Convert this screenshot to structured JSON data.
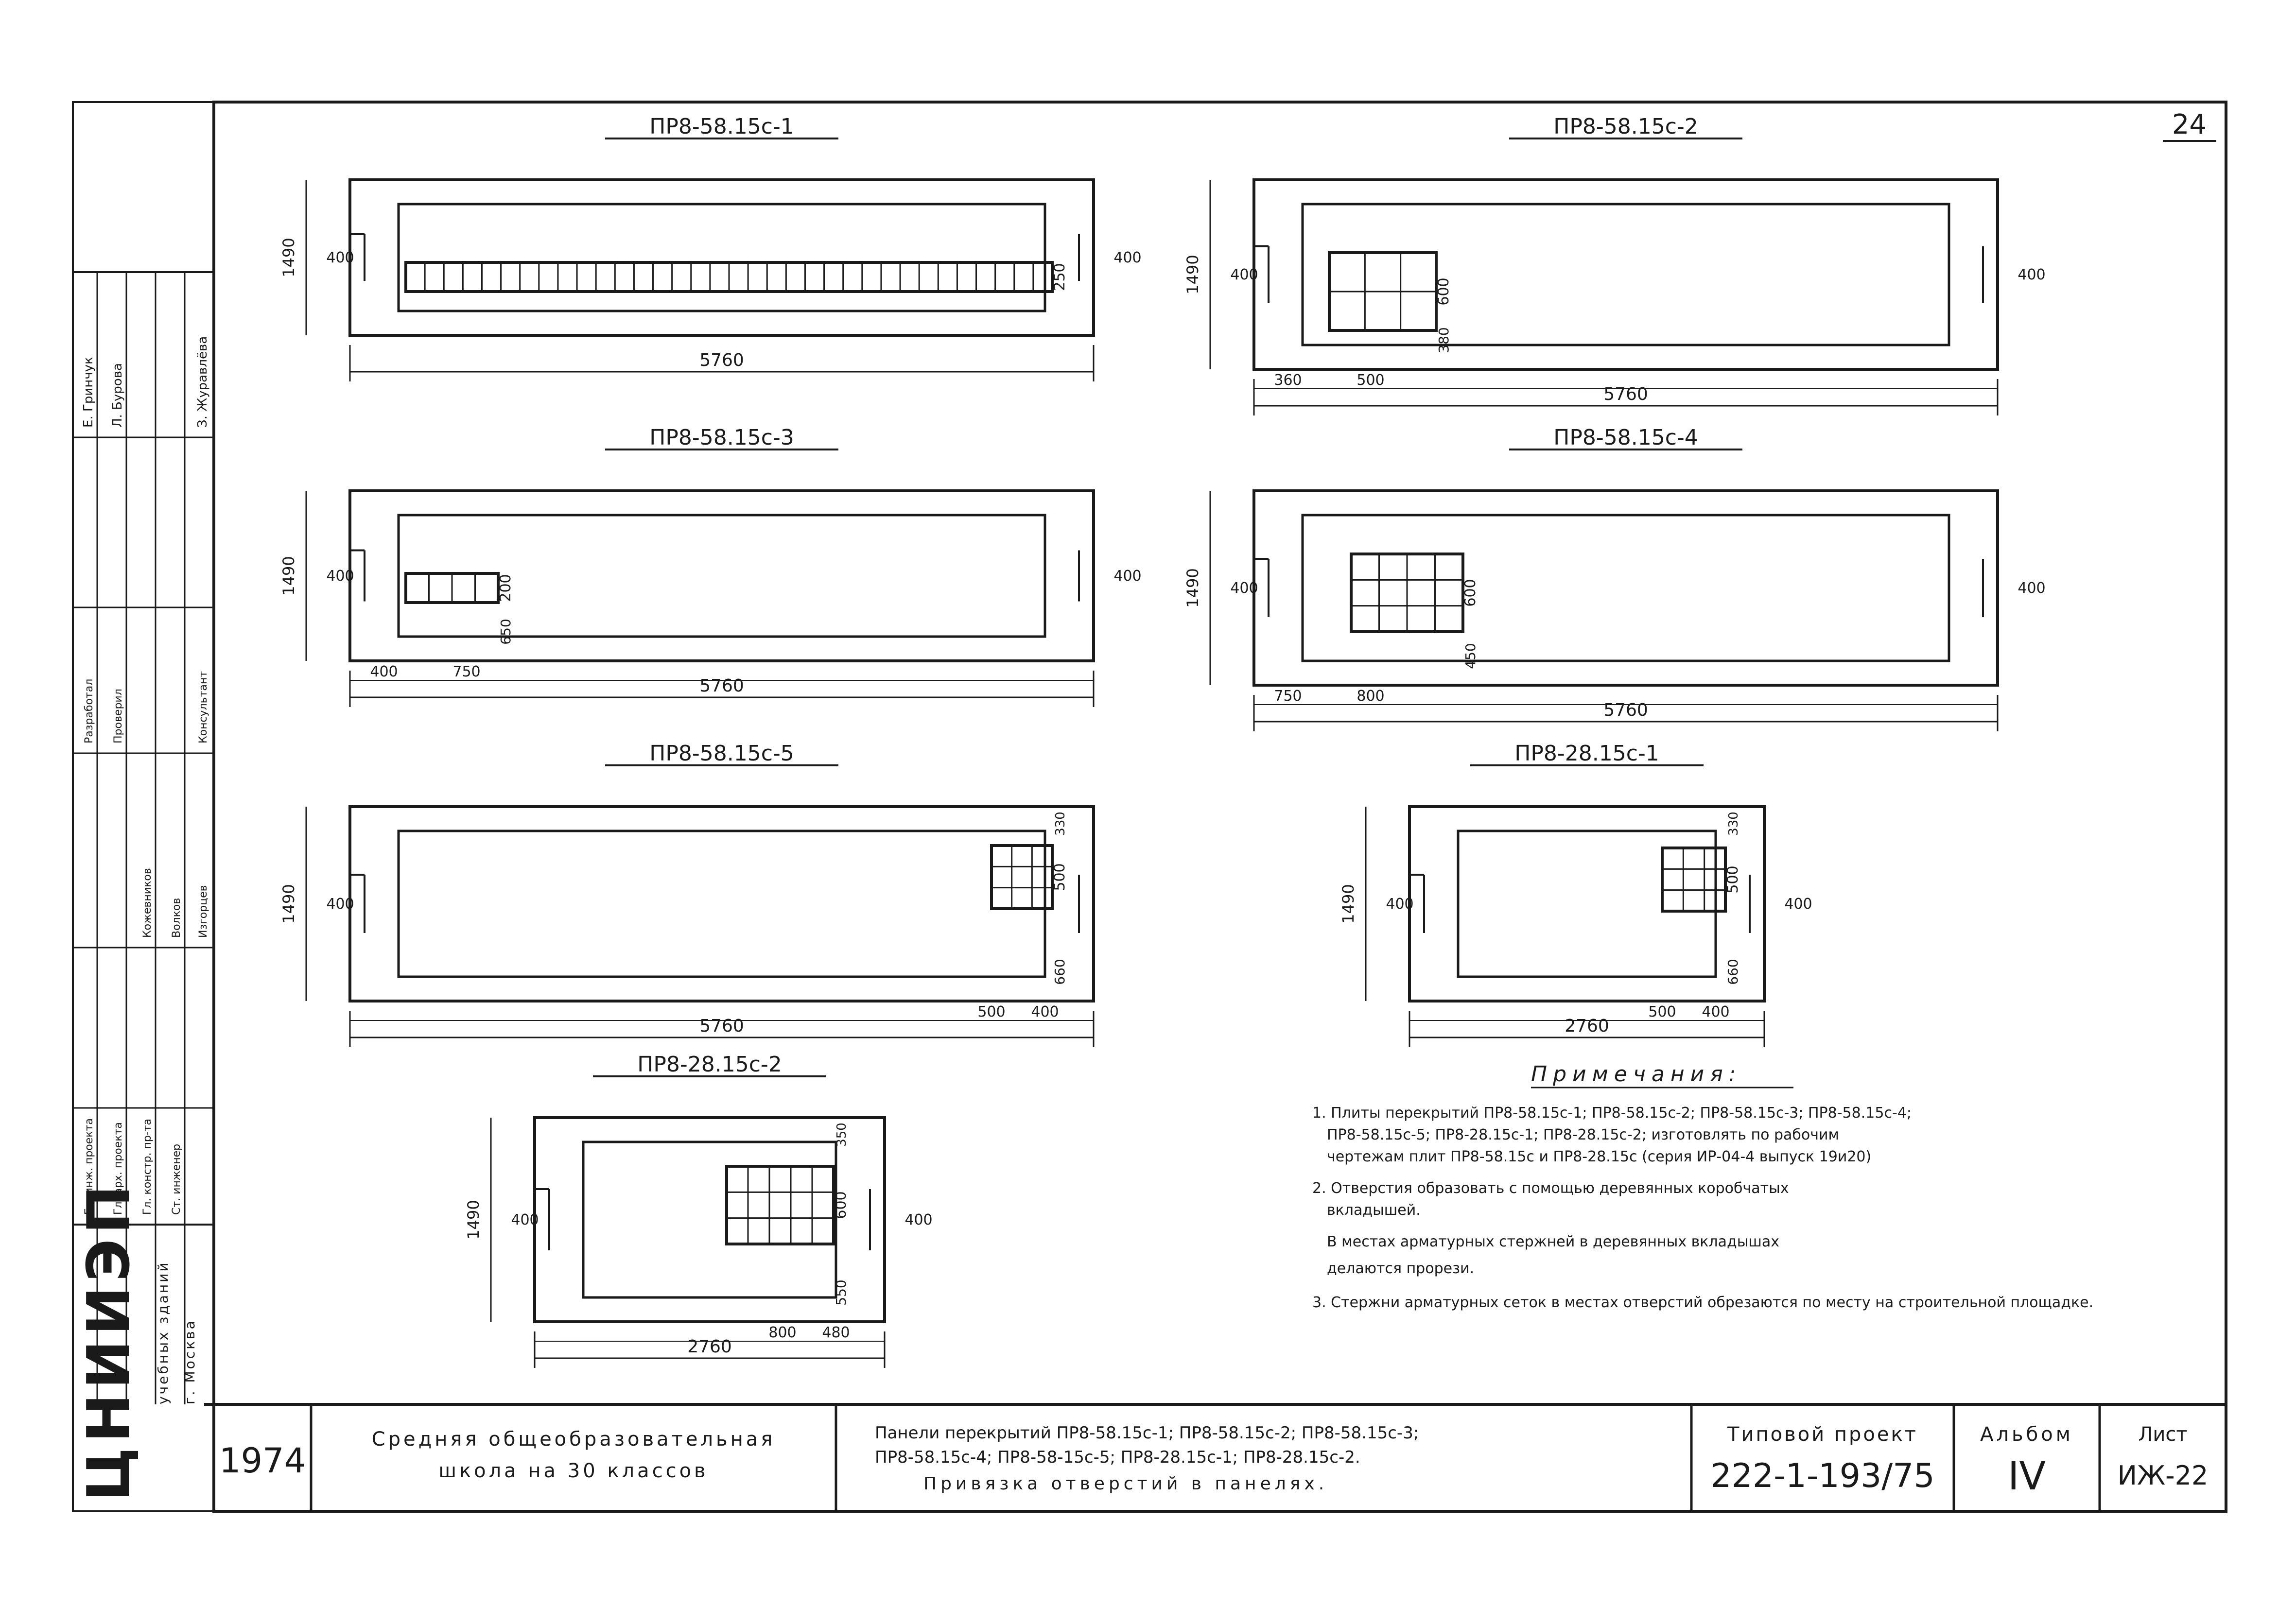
{
  "page_number": "24",
  "panels": [
    {
      "title": "ПР8-58.15с-1",
      "length": "5760",
      "height": "1490",
      "end_left": "400",
      "end_right": "400",
      "openings": [
        {
          "size": "250"
        }
      ],
      "dims_bottom": []
    },
    {
      "title": "ПР8-58.15с-2",
      "length": "5760",
      "height": "1490",
      "end_left": "400",
      "end_right": "400",
      "openings": [
        {
          "size": "600",
          "offset": "380"
        }
      ],
      "dims_bottom": [
        "360",
        "500"
      ]
    },
    {
      "title": "ПР8-58.15с-3",
      "length": "5760",
      "height": "1490",
      "end_left": "400",
      "end_right": "400",
      "openings": [
        {
          "size": "200",
          "offset": "650"
        }
      ],
      "dims_bottom": [
        "400",
        "750"
      ]
    },
    {
      "title": "ПР8-58.15с-4",
      "length": "5760",
      "height": "1490",
      "end_left": "400",
      "end_right": "400",
      "openings": [
        {
          "size": "600",
          "offset": "450"
        }
      ],
      "dims_bottom": [
        "750",
        "800"
      ]
    },
    {
      "title": "ПР8-58.15с-5",
      "length": "5760",
      "height": "1490",
      "end_left": "400",
      "end_right": "",
      "openings": [
        {
          "size": "500",
          "top": "330",
          "offset": "660"
        }
      ],
      "dims_bottom": [
        "500",
        "400"
      ]
    },
    {
      "title": "ПР8-28.15с-1",
      "length": "2760",
      "height": "1490",
      "end_left": "400",
      "end_right": "400",
      "openings": [
        {
          "size": "500",
          "top": "330",
          "offset": "660"
        }
      ],
      "dims_bottom": [
        "500",
        "400"
      ]
    },
    {
      "title": "ПР8-28.15с-2",
      "length": "2760",
      "height": "1490",
      "end_left": "400",
      "end_right": "400",
      "openings": [
        {
          "size": "600",
          "top": "350",
          "offset": "550"
        }
      ],
      "dims_bottom": [
        "800",
        "480"
      ]
    }
  ],
  "notes": {
    "heading": "Примечания:",
    "items": [
      "1. Плиты перекрытий ПР8-58.15с-1; ПР8-58.15с-2; ПР8-58.15с-3; ПР8-58.15с-4;",
      "ПР8-58.15с-5; ПР8-28.15с-1; ПР8-28.15с-2; изготовлять по рабочим",
      "чертежам плит ПР8-58.15с и ПР8-28.15с (серия ИР-04-4 выпуск 19и20)",
      "2. Отверстия образовать с помощью деревянных коробчатых",
      "вкладышей.",
      "В местах арматурных стержней в деревянных вкладышах",
      "делаются прорези.",
      "3. Стержни арматурных сеток в местах отверстий обрезаются по месту на строительной площадке."
    ]
  },
  "title_block": {
    "year": "1974",
    "object": [
      "Средняя общеобразовательная",
      "школа на 30 классов"
    ],
    "sheet_title": [
      "Панели перекрытий ПР8-58.15с-1; ПР8-58.15с-2; ПР8-58.15с-3;",
      "ПР8-58.15с-4; ПР8-58-15с-5; ПР8-28.15с-1; ПР8-28.15с-2.",
      "Привязка отверстий в панелях."
    ],
    "project_label": "Типовой проект",
    "project_number": "222-1-193/75",
    "album_label": "Альбом",
    "album_number": "IV",
    "sheet_label": "Лист",
    "sheet_number": "ИЖ-22"
  },
  "left_strip": {
    "org": "ЦНИИЭП",
    "org_sub": [
      "учебных зданий",
      "г. Москва"
    ],
    "roles": [
      "Гл. инж. проекта",
      "Гл. арх. проекта",
      "Гл. констр. пр-та",
      "Ст. инженер"
    ],
    "names": [
      "Е. Гринчук",
      "Л. Бурова",
      "З. Журавлёва"
    ],
    "departments": [
      "Разработал",
      "Проверил",
      "Консультант"
    ],
    "people": [
      "Кожевников",
      "Волков",
      "Изгорцев"
    ]
  }
}
